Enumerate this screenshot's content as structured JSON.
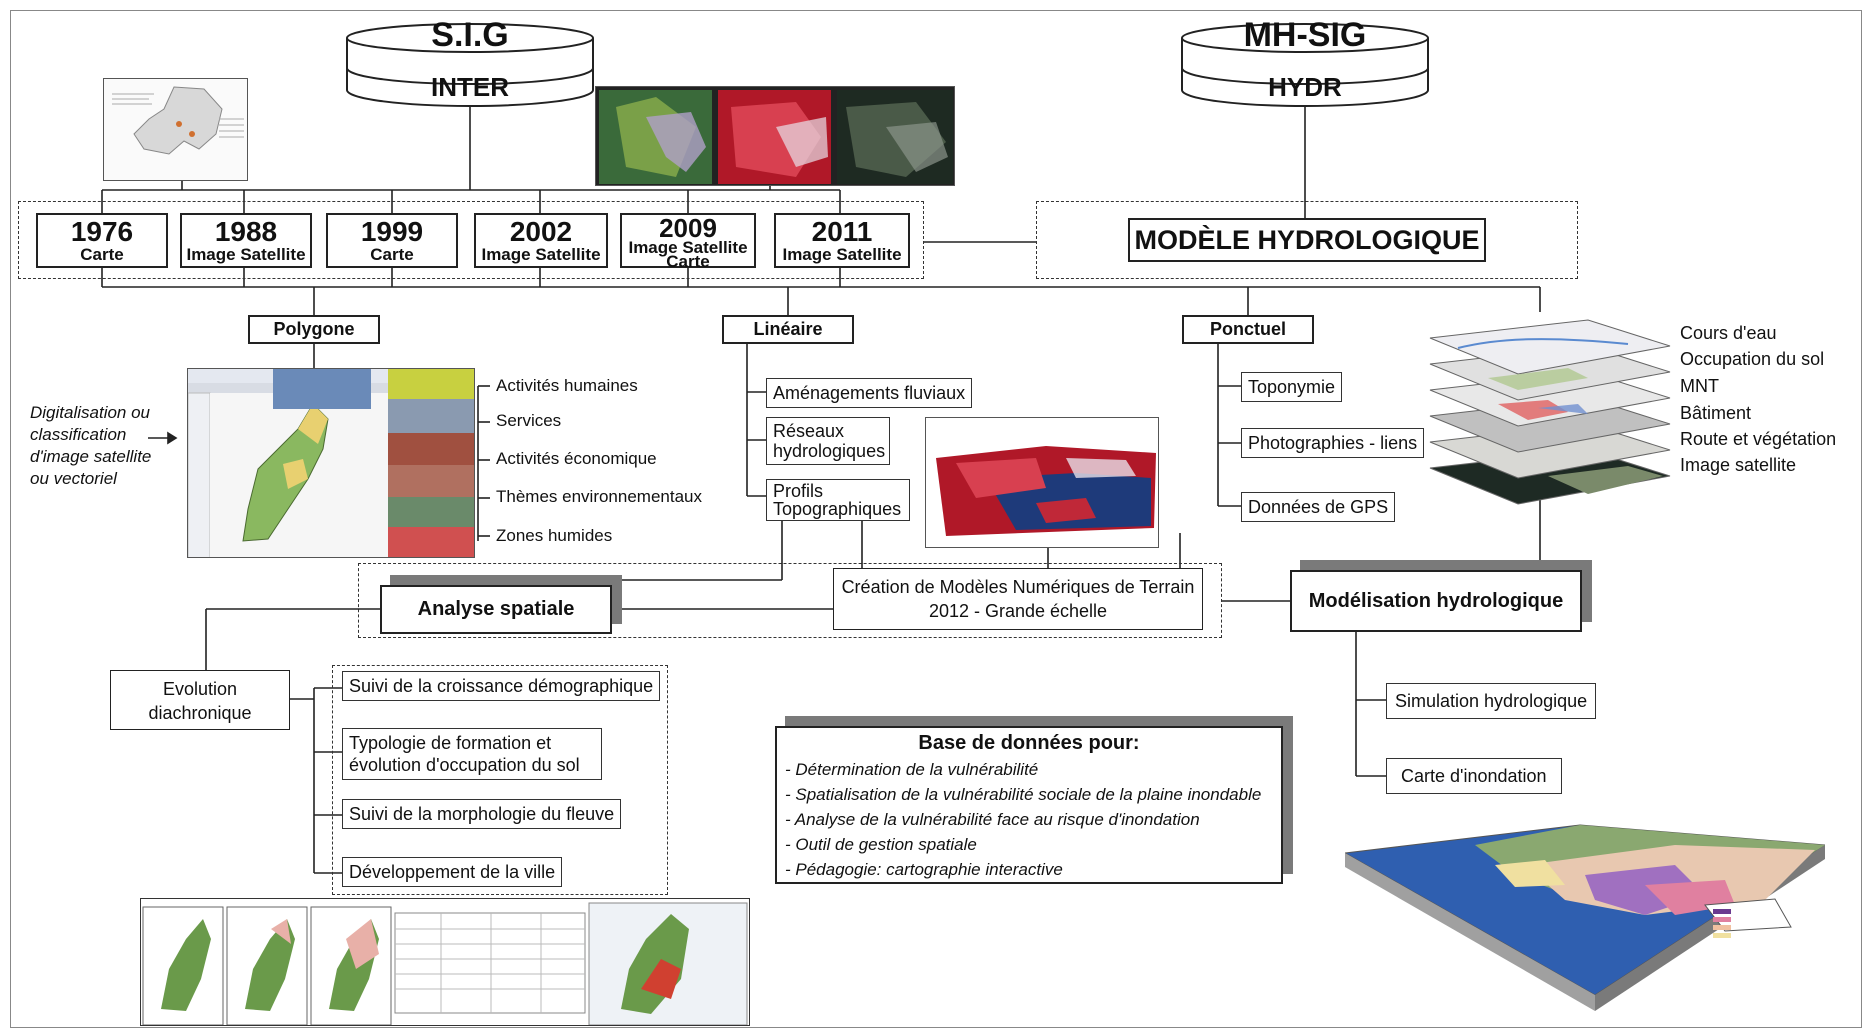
{
  "header": {
    "sig_title": "S.I.G",
    "sig_sub": "INTER",
    "mh_title": "MH-SIG",
    "mh_sub": "HYDR"
  },
  "years": [
    {
      "year": "1976",
      "type": "Carte"
    },
    {
      "year": "1988",
      "type": "Image Satellite"
    },
    {
      "year": "1999",
      "type": "Carte"
    },
    {
      "year": "2002",
      "type": "Image Satellite"
    },
    {
      "year": "2009",
      "type": "Image Satellite",
      "type2": "Carte"
    },
    {
      "year": "2011",
      "type": "Image Satellite"
    }
  ],
  "model": "MODÈLE HYDROLOGIQUE",
  "geometry": {
    "polygone": "Polygone",
    "lineaire": "Linéaire",
    "ponctuel": "Ponctuel"
  },
  "digitalisation": "Digitalisation ou classification d'image satellite ou vectoriel",
  "themes": [
    "Activités humaines",
    "Services",
    "Activités économique",
    "Thèmes environnementaux",
    "Zones humides"
  ],
  "lineaire_items": [
    "Aménagements fluviaux",
    "Réseaux hydrologiques",
    "Profils Topographiques"
  ],
  "ponctuel_items": [
    "Toponymie",
    "Photographies - liens",
    "Données de GPS"
  ],
  "layers": [
    "Cours d'eau",
    "Occupation du sol",
    "MNT",
    "Bâtiment",
    "Route et végétation",
    "Image satellite"
  ],
  "analyse": "Analyse spatiale",
  "mnt_creation": {
    "line1": "Création de Modèles Numériques de Terrain",
    "line2": "2012 - Grande échelle"
  },
  "modelisation": "Modélisation hydrologique",
  "evolution": {
    "line1": "Evolution",
    "line2": "diachronique"
  },
  "suivi_items": [
    "Suivi de la croissance démographique",
    "Typologie de formation et évolution d'occupation du sol",
    "Suivi de la morphologie du fleuve",
    "Développement de la ville"
  ],
  "base": {
    "title": "Base de données pour:",
    "items": [
      "- Détermination de la vulnérabilité",
      "- Spatialisation de la vulnérabilité sociale de la plaine inondable",
      "- Analyse de la vulnérabilité face au risque d'inondation",
      "- Outil de gestion spatiale",
      "- Pédagogie: cartographie interactive"
    ]
  },
  "hydro_items": [
    "Simulation hydrologique",
    "Carte d'inondation"
  ],
  "colors": {
    "shadow": "#7a7a7a",
    "landgreen": "#6a9a4a",
    "sea": "#2f5fb0",
    "satred": "#c8202c"
  }
}
